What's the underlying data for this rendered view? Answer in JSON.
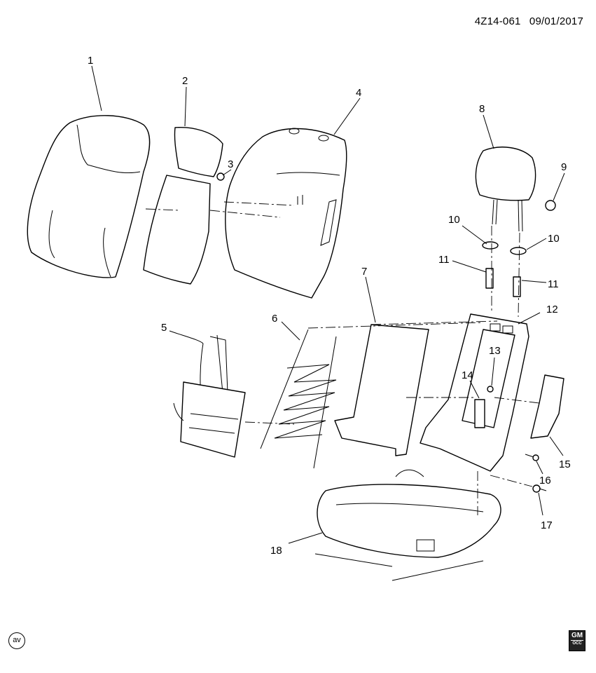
{
  "header": {
    "code": "4Z14-061",
    "date": "09/01/2017"
  },
  "footer": {
    "av_mark": "av",
    "logo_text": "GM",
    "logo_sub": "OCC"
  },
  "callouts": [
    "1",
    "2",
    "3",
    "4",
    "5",
    "6",
    "7",
    "8",
    "9",
    "10",
    "10",
    "11",
    "11",
    "12",
    "13",
    "14",
    "15",
    "16",
    "17",
    "18"
  ]
}
